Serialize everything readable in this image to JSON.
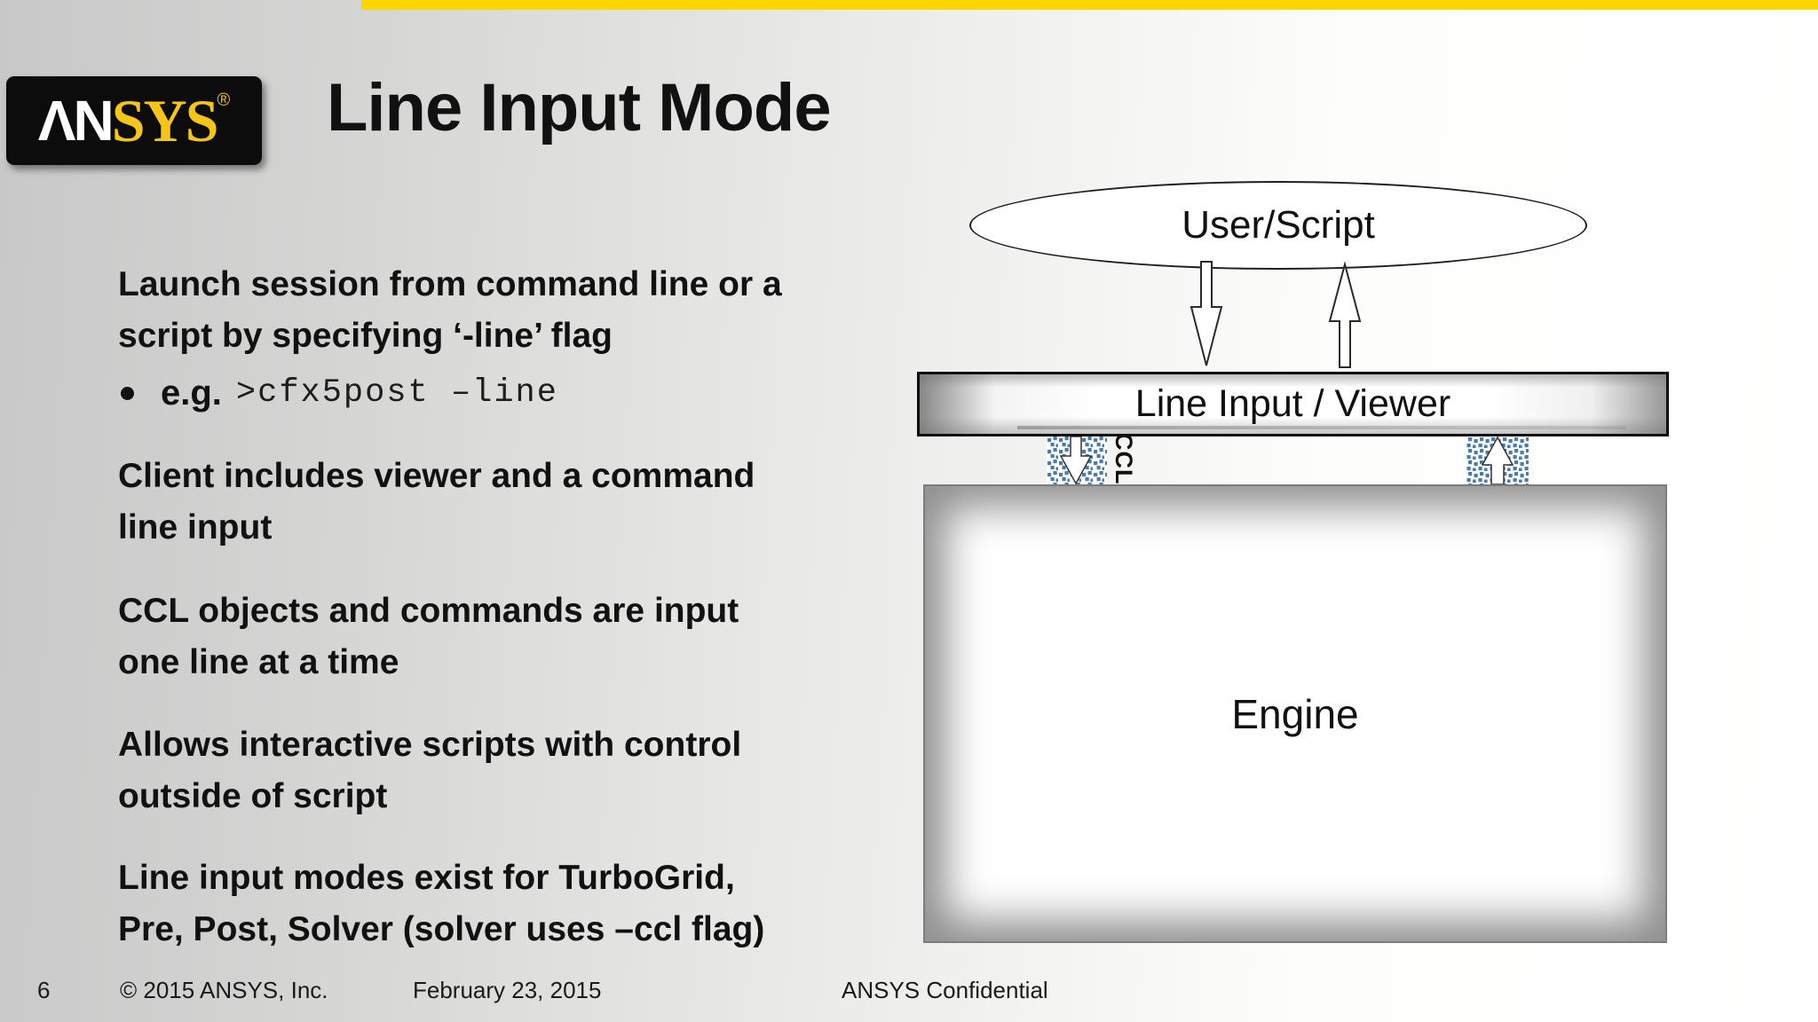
{
  "slide": {
    "logo": {
      "part1": "ΛN",
      "part2": "SYS",
      "registered": "®"
    },
    "title": "Line Input Mode",
    "bullets": [
      {
        "lines": [
          "Launch session from command line or a",
          "script by specifying ‘-line’ flag"
        ]
      },
      {
        "lines": [
          "Client includes viewer and a command",
          "line input"
        ]
      },
      {
        "lines": [
          "CCL objects and commands are input",
          "one line at a time"
        ]
      },
      {
        "lines": [
          "Allows interactive scripts with control",
          "outside of script"
        ]
      },
      {
        "lines": [
          "Line input modes exist for TurboGrid,",
          "Pre, Post, Solver (solver uses –ccl flag)"
        ]
      }
    ],
    "example": {
      "label": "e.g.",
      "code": ">cfx5post –line"
    },
    "diagram": {
      "user_script": "User/Script",
      "line_input_viewer": "Line Input / Viewer",
      "ccl": "CCL",
      "engine": "Engine"
    },
    "footer": {
      "page": "6",
      "copyright": "© 2015 ANSYS, Inc.",
      "date": "February 23, 2015",
      "classification": "ANSYS Confidential"
    },
    "colors": {
      "top_bar_yellow": "#FFD500",
      "logo_yellow": "#F5C518",
      "dot_blue": "#4B7BA7"
    }
  }
}
